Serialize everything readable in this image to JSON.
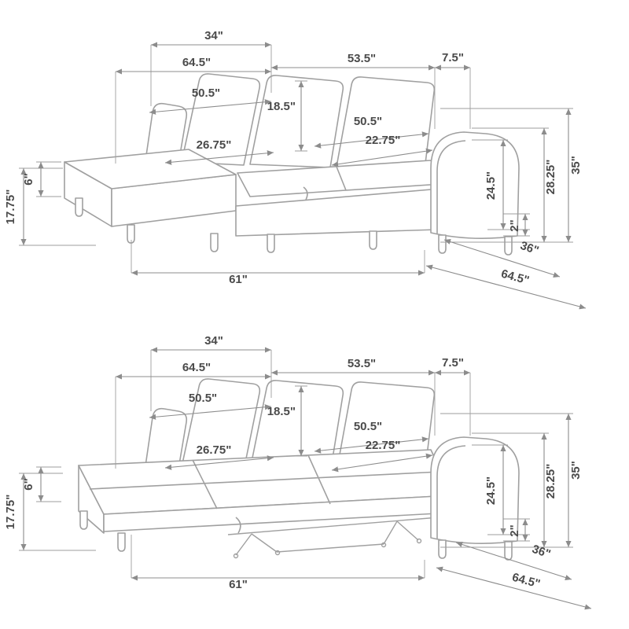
{
  "colors": {
    "furniture_line": "#a0a0a0",
    "dimension_line": "#8c8c8c",
    "label_text": "#4a4a4a",
    "background": "#ffffff"
  },
  "dims": {
    "d34": "34\"",
    "d645": "64.5\"",
    "d535": "53.5\"",
    "d75": "7.5\"",
    "d505": "50.5\"",
    "d185": "18.5\"",
    "d2275": "22.75\"",
    "d2675": "26.75\"",
    "d245": "24.5\"",
    "d35": "35\"",
    "d2825": "28.25\"",
    "d2": "2\"",
    "d6": "6\"",
    "d1775": "17.75\"",
    "d61": "61\"",
    "d36": "36\""
  }
}
